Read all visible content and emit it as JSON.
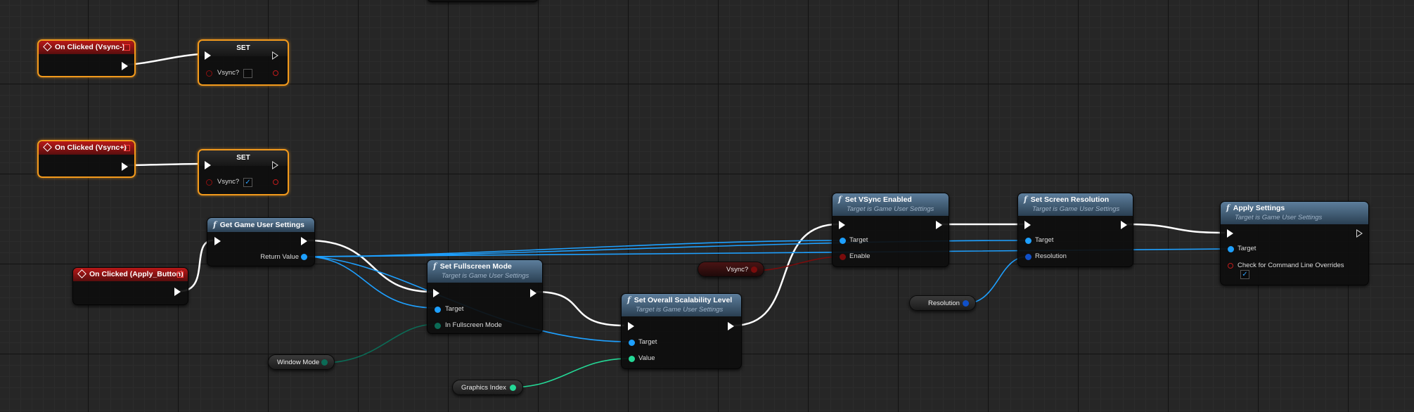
{
  "colors": {
    "exec_wire": "#ffffff",
    "object_wire": "#1ea0ff",
    "byte_wire": "#0b6b56",
    "int_wire": "#24d896",
    "bool_wire": "#7a0c0c",
    "selection": "#f39a1c"
  },
  "icons": {
    "event": "diamond-event-icon",
    "function": "function-f-icon",
    "delegate": "delegate-square-icon"
  },
  "nodes": {
    "on_clicked_vsync_minus": {
      "title": "On Clicked (Vsync-)"
    },
    "on_clicked_vsync_plus": {
      "title": "On Clicked (Vsync+)"
    },
    "on_clicked_apply": {
      "title": "On Clicked (Apply_Button)"
    },
    "set_vsync_1": {
      "title": "SET",
      "pin_label": "Vsync?",
      "checked": false
    },
    "set_vsync_2": {
      "title": "SET",
      "pin_label": "Vsync?",
      "checked": true,
      "check_glyph": "✓"
    },
    "get_game_user_settings": {
      "func_glyph": "f",
      "title": "Get Game User Settings",
      "out_label": "Return Value"
    },
    "set_fullscreen_mode": {
      "func_glyph": "f",
      "title": "Set Fullscreen Mode",
      "subtitle": "Target is Game User Settings",
      "pins": [
        "Target",
        "In Fullscreen Mode"
      ]
    },
    "set_overall_scalability": {
      "func_glyph": "f",
      "title": "Set Overall Scalability Level",
      "subtitle": "Target is Game User Settings",
      "pins": [
        "Target",
        "Value"
      ]
    },
    "set_vsync_enabled": {
      "func_glyph": "f",
      "title": "Set VSync Enabled",
      "subtitle": "Target is Game User Settings",
      "pins": [
        "Target",
        "Enable"
      ]
    },
    "set_screen_resolution": {
      "func_glyph": "f",
      "title": "Set Screen Resolution",
      "subtitle": "Target is Game User Settings",
      "pins": [
        "Target",
        "Resolution"
      ]
    },
    "apply_settings": {
      "func_glyph": "f",
      "title": "Apply Settings",
      "subtitle": "Target is Game User Settings",
      "pins": [
        "Target",
        "Check for Command Line Overrides"
      ],
      "check_glyph": "✓"
    }
  },
  "variables": {
    "window_mode": "Window Mode",
    "graphics_index": "Graphics Index",
    "vsync": "Vsync?",
    "resolution": "Resolution"
  }
}
